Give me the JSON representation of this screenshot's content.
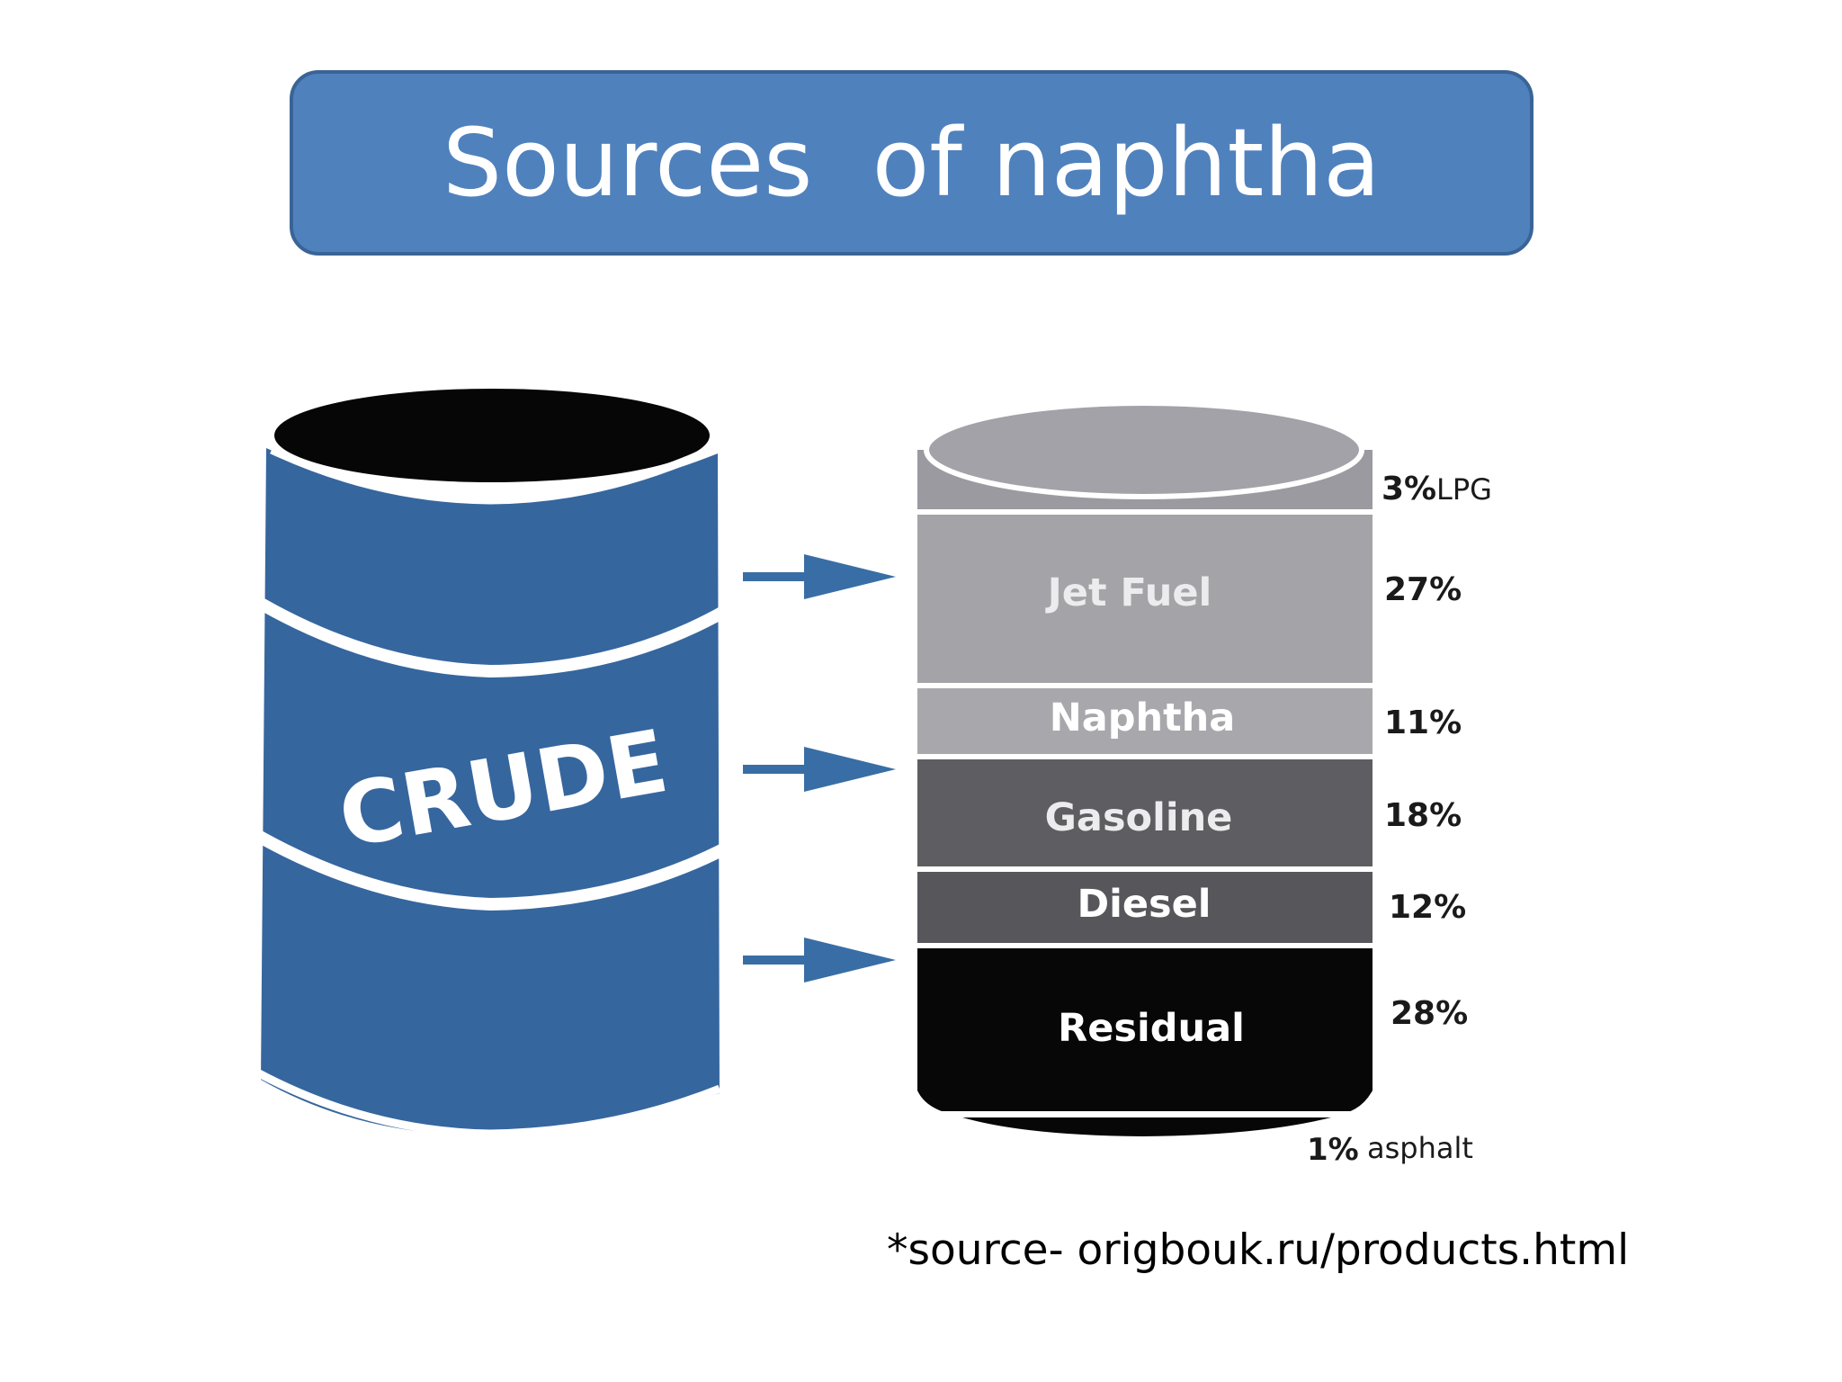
{
  "title": "Sources  of naphtha",
  "crude_label": "CRUDE",
  "colors": {
    "title_bg": "#4f81bd",
    "barrel": "#36669e",
    "arrow": "#386ea5",
    "lpg": "#9a9aa0",
    "jet_fuel": "#a4a4a8",
    "naphtha": "#a8a8ac",
    "gasoline": "#5e5d62",
    "diesel": "#56565b",
    "residual": "#070707"
  },
  "layers": [
    {
      "name": "",
      "percent_label": "3%",
      "suffix": "LPG",
      "value": 3
    },
    {
      "name": "Jet Fuel",
      "percent_label": "27%",
      "suffix": "",
      "value": 27
    },
    {
      "name": "Naphtha",
      "percent_label": "11%",
      "suffix": "",
      "value": 11
    },
    {
      "name": "Gasoline",
      "percent_label": "18%",
      "suffix": "",
      "value": 18
    },
    {
      "name": "Diesel",
      "percent_label": "12%",
      "suffix": "",
      "value": 12
    },
    {
      "name": "Residual",
      "percent_label": "28%",
      "suffix": "",
      "value": 28
    },
    {
      "name": "",
      "percent_label": "1%",
      "suffix": "asphalt",
      "value": 1
    }
  ],
  "source": "*source- origbouk.ru/products.html"
}
